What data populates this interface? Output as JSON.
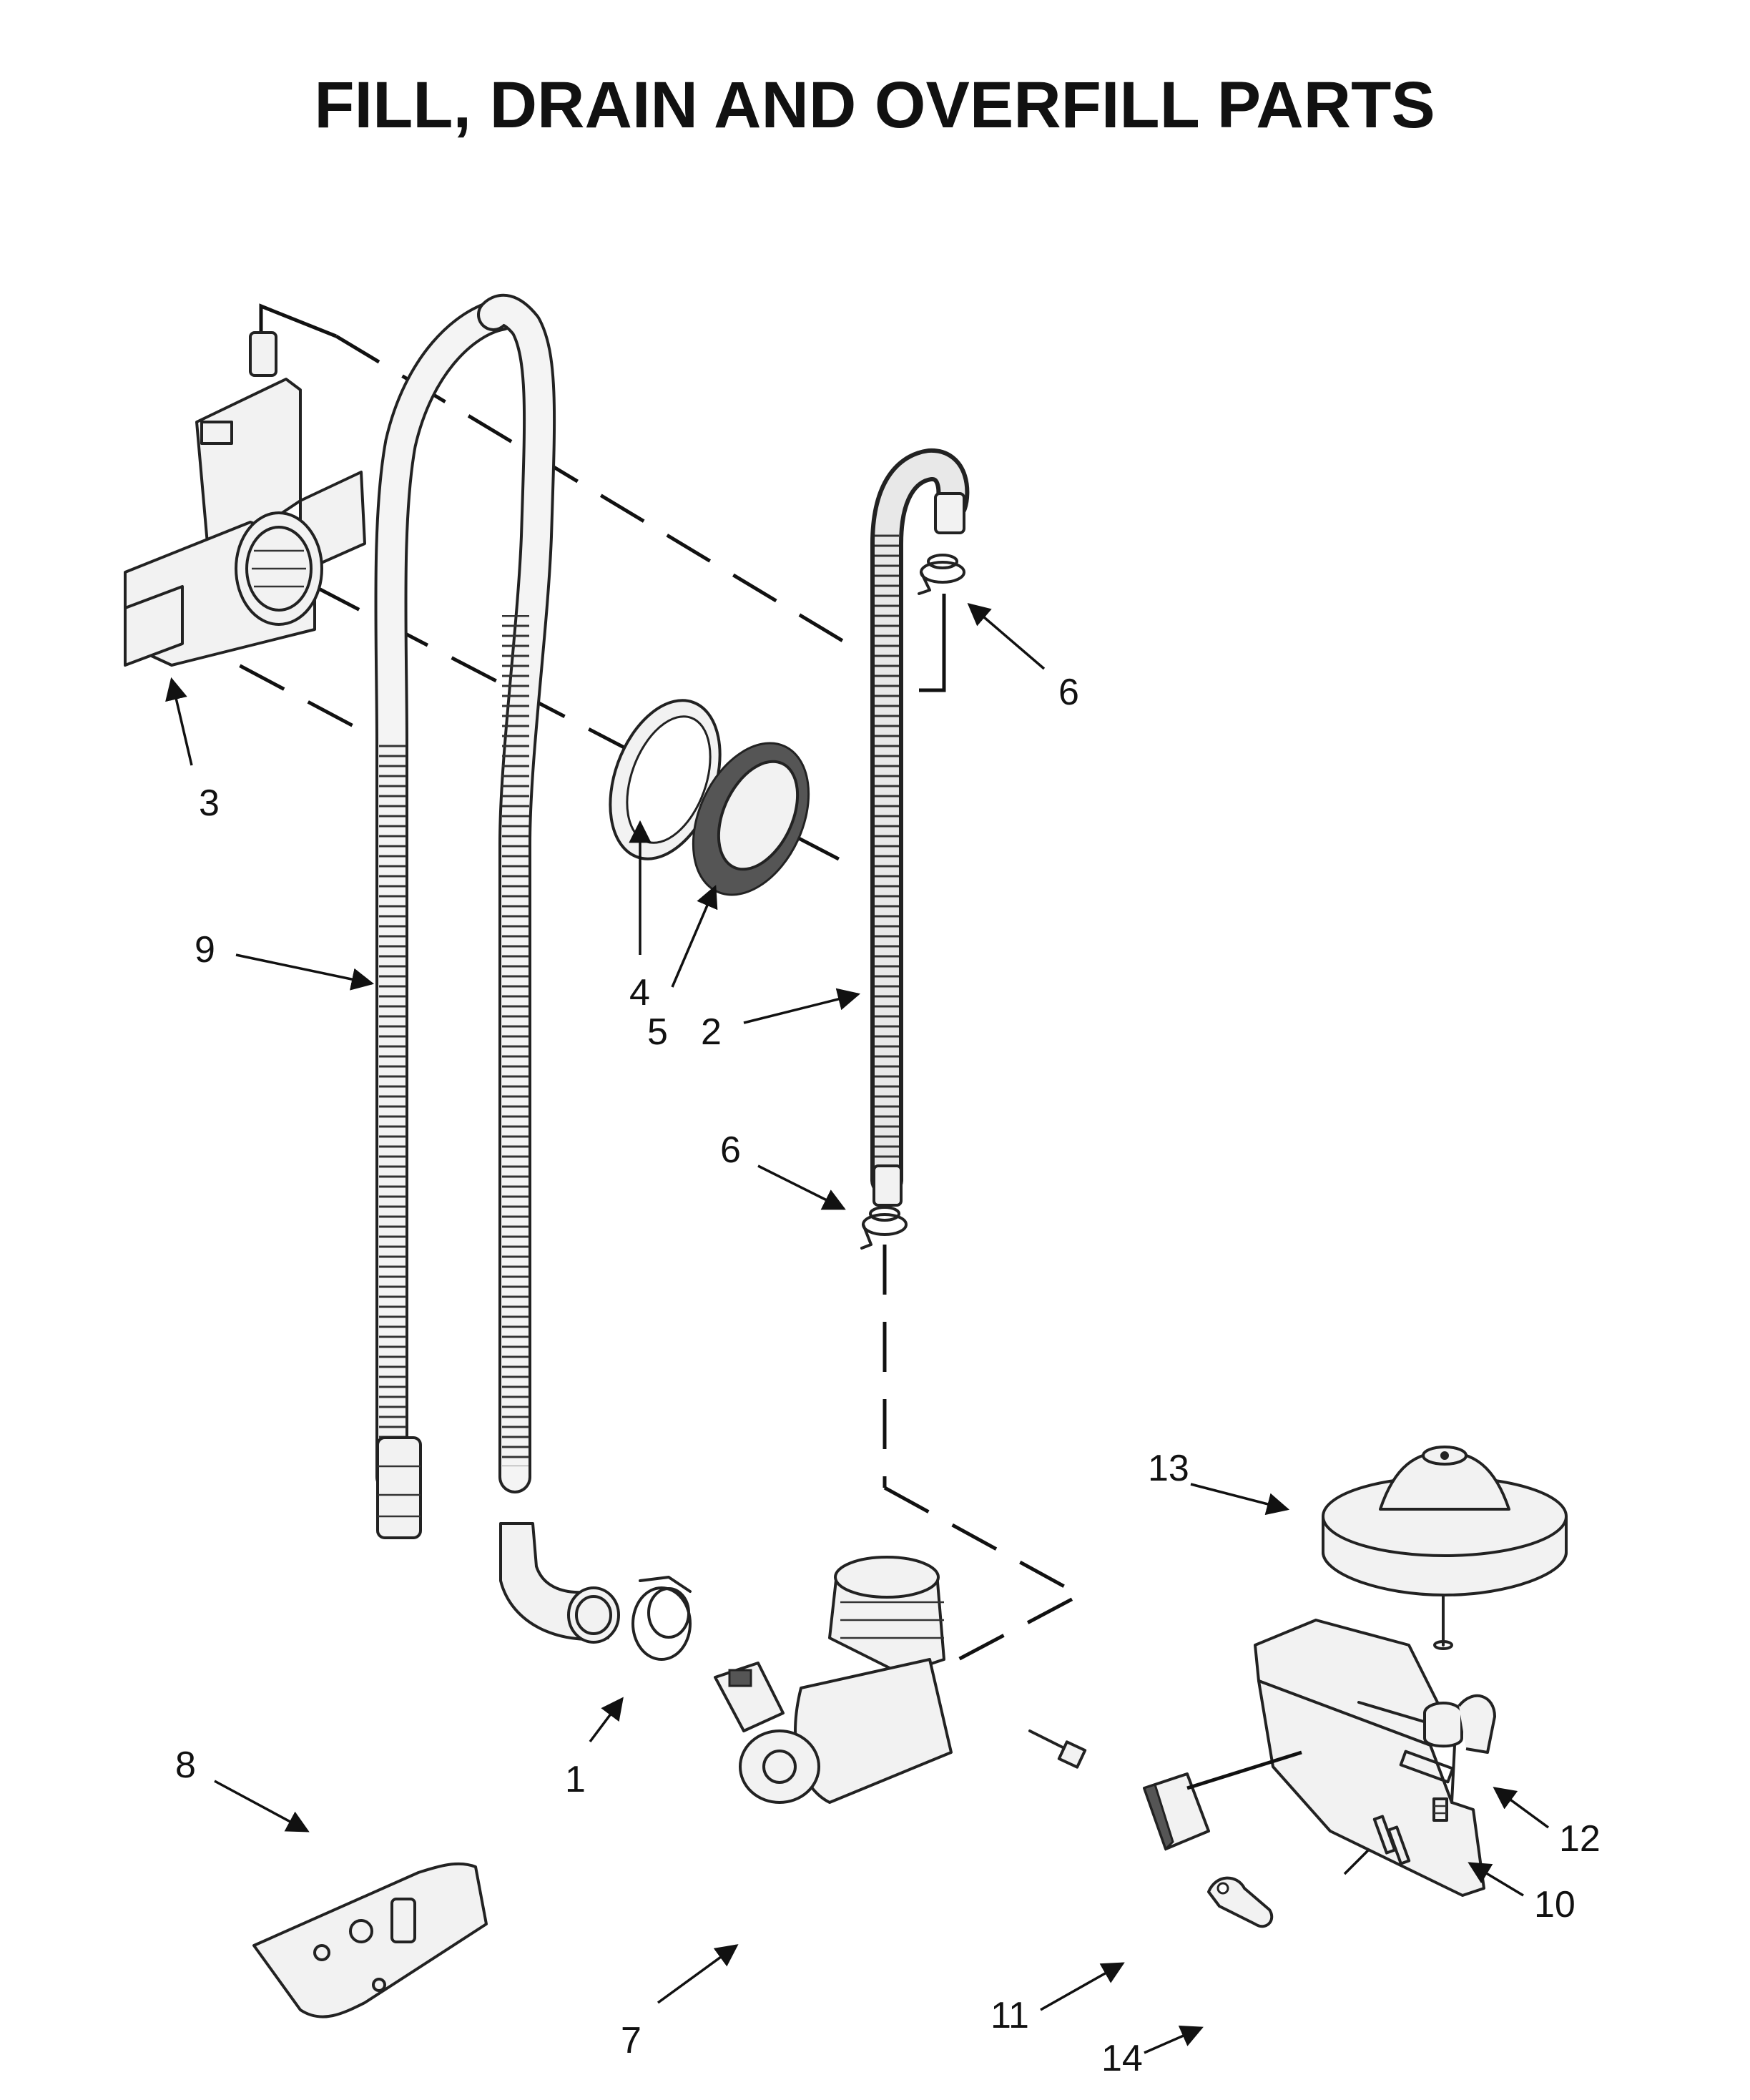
{
  "diagram": {
    "title": "FILL, DRAIN AND OVERFILL PARTS",
    "callouts": {
      "c1": "1",
      "c2": "2",
      "c3": "3",
      "c4": "4",
      "c5": "5",
      "c6_top": "6",
      "c6_mid": "6",
      "c7": "7",
      "c8": "8",
      "c9": "9",
      "c10": "10",
      "c11": "11",
      "c12": "12",
      "c13": "13",
      "c14": "14"
    }
  }
}
